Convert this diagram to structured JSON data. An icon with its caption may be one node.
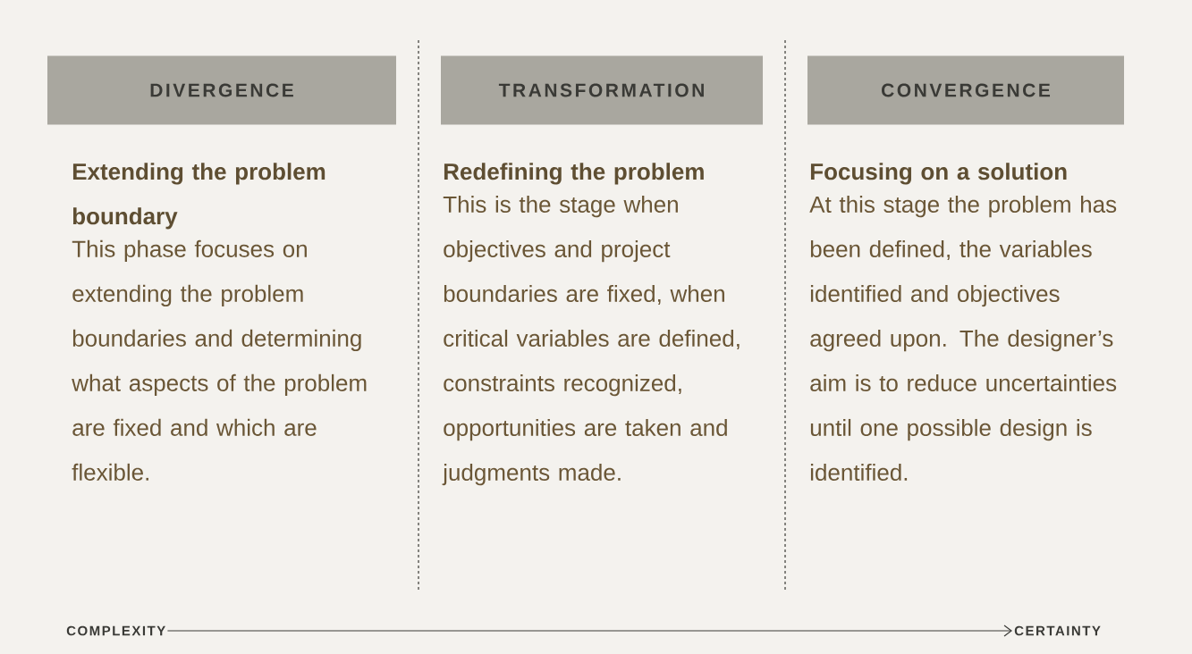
{
  "diagram": {
    "nodes": [
      {
        "text": [
          "DIVERGENCE"
        ]
      },
      {
        "text": [
          "TRANSFORMATION"
        ]
      },
      {
        "text": [
          "CONVERGENCE"
        ]
      },
      {
        "text": [
          "COMPLEXITY"
        ]
      },
      {
        "text": [
          "CERTAINTY"
        ]
      }
    ],
    "edges": [
      {
        "from": 3,
        "to": 4,
        "arrow": "to"
      }
    ],
    "labels": [
      "Extending the problem boundary",
      "This phase focuses on extending the problem boundaries and determining what aspects of the problem are fixed and which are flexible.",
      "Redefining the problem",
      "This is the stage when objectives and project boundaries are fixed, when critical variables are defined, constraints recognized, opportunities are taken and judgments made.",
      "Focusing on a solution",
      "At this stage the problem has been defined, the variables identified and objectives agreed upon. The designer’s aim is to reduce uncertainties until one possible design is identified."
    ]
  }
}
